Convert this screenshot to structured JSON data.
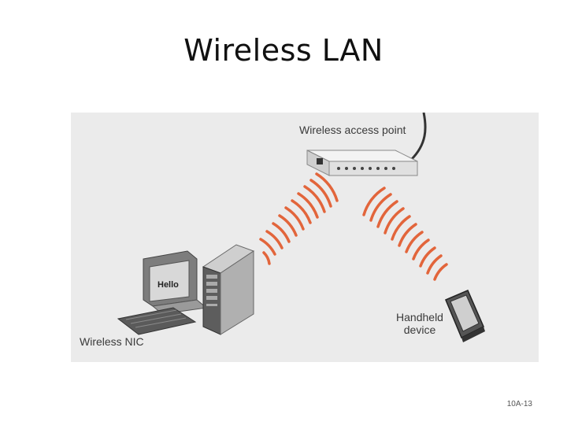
{
  "slide": {
    "title": "Wireless LAN",
    "page_number": "10A-13"
  },
  "diagram": {
    "labels": {
      "access_point": "Wireless access point",
      "nic": "Wireless NIC",
      "handheld_line1": "Handheld",
      "handheld_line2": "device"
    },
    "screen_text": "Hello",
    "signal_color": "#e2653b"
  }
}
